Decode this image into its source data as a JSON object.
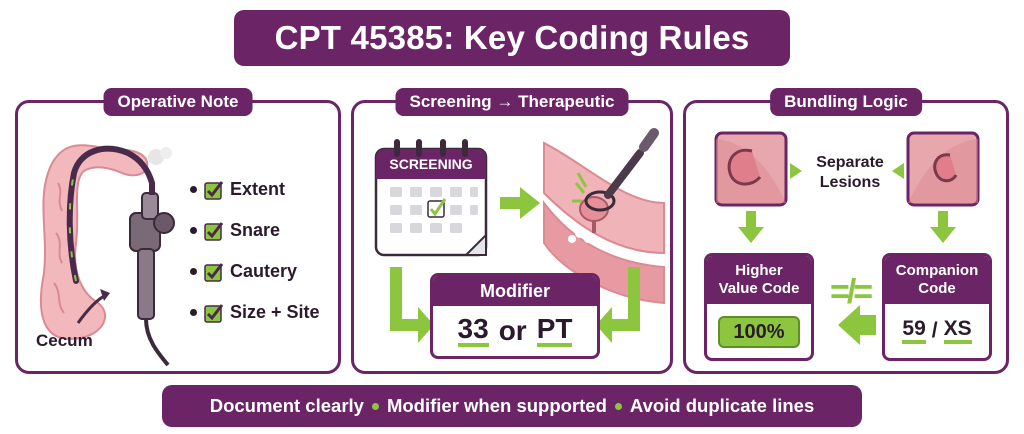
{
  "title": "CPT 45385: Key Coding Rules",
  "colors": {
    "primary": "#6b2466",
    "accent": "#8cc63f",
    "tissue": "#e8a7ad"
  },
  "operative_note": {
    "label": "Operative Note",
    "checklist": [
      {
        "label": "Extent",
        "icon": "checkbox-icon"
      },
      {
        "label": "Snare",
        "icon": "checkbox-icon"
      },
      {
        "label": "Cautery",
        "icon": "checkbox-icon"
      },
      {
        "label": "Size + Site",
        "icon": "checkbox-icon"
      }
    ],
    "cecum_label": "Cecum"
  },
  "screening": {
    "label": "Screening → Therapeutic",
    "calendar_title": "SCREENING",
    "modifier": {
      "title": "Modifier",
      "code_a": "33",
      "joiner": "or",
      "code_b": "PT"
    }
  },
  "bundling": {
    "label": "Bundling Logic",
    "separate_label_line1": "Separate",
    "separate_label_line2": "Lesions",
    "higher": {
      "title_line1": "Higher",
      "title_line2": "Value Code",
      "value": "100%"
    },
    "companion": {
      "title_line1": "Companion",
      "title_line2": "Code",
      "code_a": "59",
      "sep": "/",
      "code_b": "XS"
    },
    "not_equal": "=/="
  },
  "footer": {
    "items": [
      "Document clearly",
      "Modifier when supported",
      "Avoid duplicate lines"
    ]
  }
}
